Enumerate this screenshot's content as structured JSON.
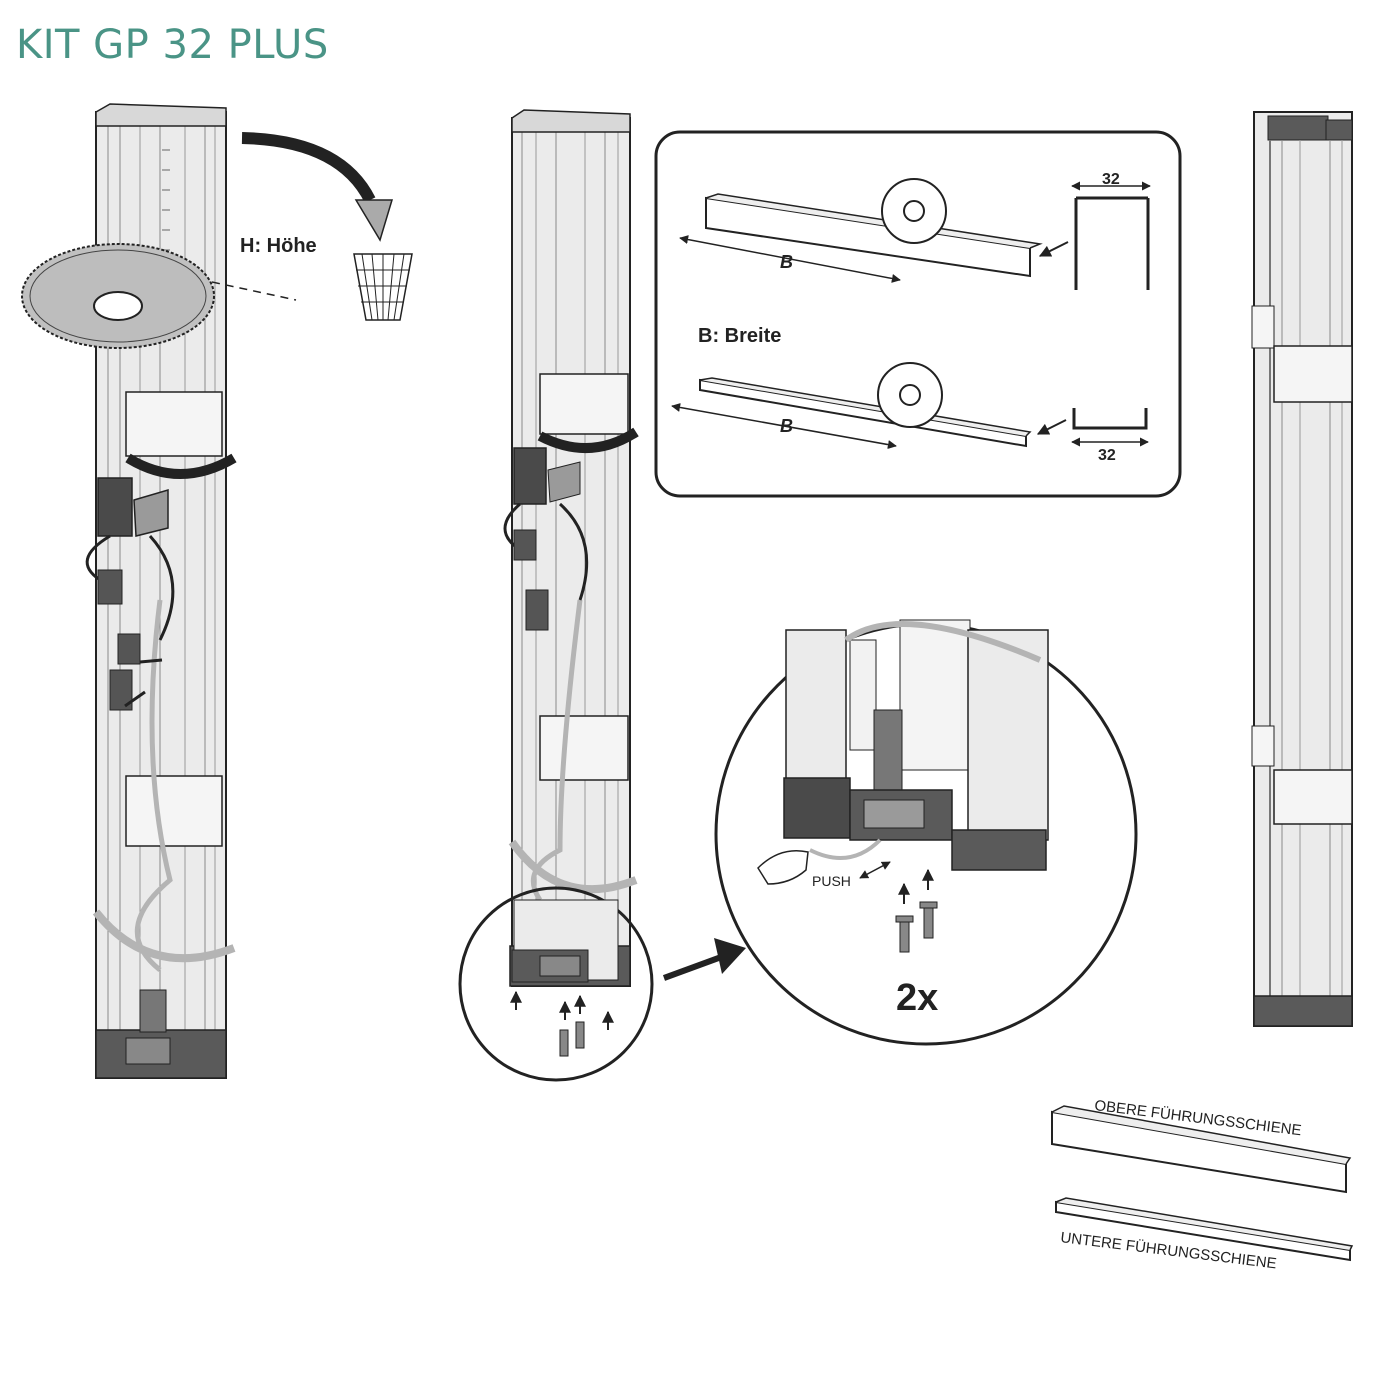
{
  "title": "KIT GP 32 PLUS",
  "colors": {
    "title": "#4a9486",
    "line": "#222222",
    "profile_fill": "#e9e9e9",
    "profile_dark": "#5a5a5a",
    "gray_cord": "#b4b4b4"
  },
  "labels": {
    "height": "H: Höhe",
    "width_symbol_top": "B",
    "width_symbol_bottom": "B",
    "width_caption": "B:  Breite",
    "dim_top": "32",
    "dim_bottom": "32",
    "push": "PUSH",
    "quantity": "2x",
    "upper_rail": "OBERE FÜHRUNGSSCHIENE",
    "lower_rail": "UNTERE FÜHRUNGSSCHIENE"
  },
  "icons": [
    "saw-blade-icon",
    "waste-basket-icon",
    "curved-arrow-icon",
    "hand-push-icon",
    "screw-icon",
    "arrow-up-icon"
  ]
}
